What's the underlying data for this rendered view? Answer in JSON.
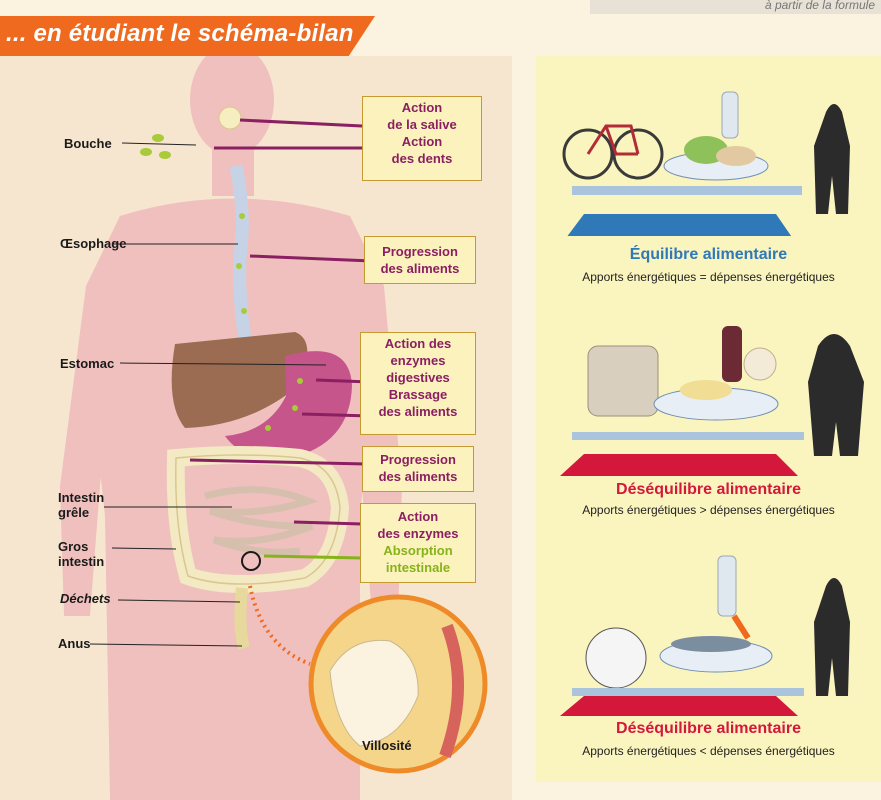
{
  "header": {
    "title": "... en étudiant le schéma-bilan",
    "top_note": "à partir de la formule"
  },
  "labels": {
    "bouche": "Bouche",
    "oesophage": "Œsophage",
    "estomac": "Estomac",
    "intestin_grele_1": "Intestin",
    "intestin_grele_2": "grêle",
    "gros_intestin_1": "Gros",
    "gros_intestin_2": "intestin",
    "dechets": "Déchets",
    "anus": "Anus",
    "villosite": "Villosité"
  },
  "boxes": {
    "salive_1": "Action",
    "salive_2": "de la salive",
    "dents_1": "Action",
    "dents_2": "des dents",
    "progression1_1": "Progression",
    "progression1_2": "des aliments",
    "enzymes_dig_1": "Action des",
    "enzymes_dig_2": "enzymes",
    "enzymes_dig_3": "digestives",
    "brassage_1": "Brassage",
    "brassage_2": "des aliments",
    "progression2_1": "Progression",
    "progression2_2": "des aliments",
    "enzymes_1": "Action",
    "enzymes_2": "des enzymes",
    "absorption_1": "Absorption",
    "absorption_2": "intestinale"
  },
  "balances": [
    {
      "title": "Équilibre alimentaire",
      "subtitle": "Apports énergétiques = dépenses énergétiques",
      "title_color": "#2f79b9"
    },
    {
      "title": "Déséquilibre alimentaire",
      "subtitle": "Apports énergétiques > dépenses énergétiques",
      "title_color": "#d4183c"
    },
    {
      "title": "Déséquilibre alimentaire",
      "subtitle": "Apports énergétiques < dépenses énergétiques",
      "title_color": "#d4183c"
    }
  ],
  "colors": {
    "accent_orange": "#ef6a1f",
    "arrow_purple": "#8a1f62",
    "arrow_green": "#86b31a",
    "balance_blue": "#2f79b9",
    "balance_red": "#d4183c"
  }
}
